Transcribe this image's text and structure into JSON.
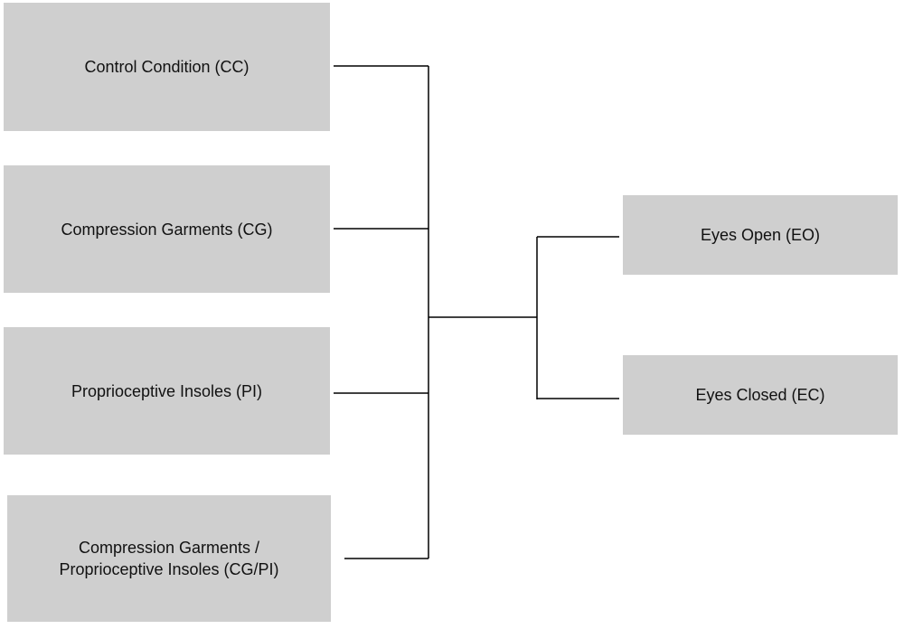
{
  "diagram": {
    "conditions": [
      {
        "label": "Control Condition (CC)"
      },
      {
        "label": "Compression Garments (CG)"
      },
      {
        "label": "Proprioceptive Insoles (PI)"
      },
      {
        "label": "Compression Garments /\nProprioceptive Insoles (CG/PI)"
      }
    ],
    "visual_states": [
      {
        "label": "Eyes Open (EO)"
      },
      {
        "label": "Eyes Closed (EC)"
      }
    ],
    "colors": {
      "box_fill": "#cfcfcf",
      "connector": "#000000",
      "text": "#111111"
    }
  }
}
